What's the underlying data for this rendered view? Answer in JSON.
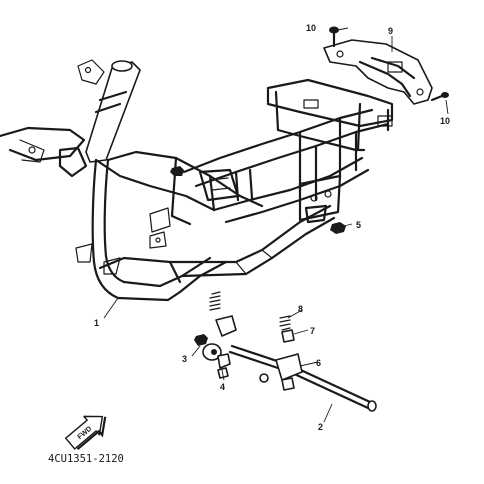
{
  "diagram": {
    "drawing_code": "4CU1351-2120",
    "fwd_label": "FWD",
    "callouts": {
      "frame": "1",
      "shaft": "2",
      "nut_3": "3",
      "collar_4": "4",
      "nut_5": "5",
      "bush_6": "6",
      "spring_7": "7",
      "bolt_8": "8",
      "bracket_9": "9",
      "bolt_10_top": "10",
      "bolt_10_right": "10"
    }
  }
}
